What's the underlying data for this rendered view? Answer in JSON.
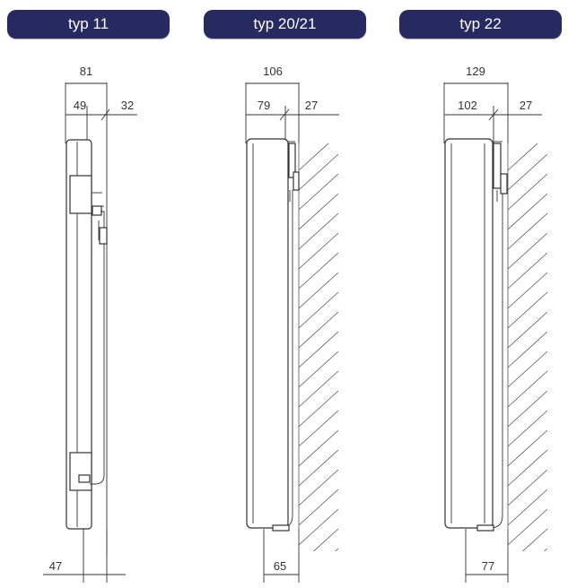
{
  "colors": {
    "pill_bg": "#262a60",
    "pill_text": "#ffffff",
    "line": "#333333"
  },
  "types": [
    {
      "label": "typ 11",
      "dims": {
        "total": "81",
        "front": "49",
        "back": "32",
        "bottom": "47"
      }
    },
    {
      "label": "typ 20/21",
      "dims": {
        "total": "106",
        "front": "79",
        "back": "27",
        "bottom": "65"
      }
    },
    {
      "label": "typ 22",
      "dims": {
        "total": "129",
        "front": "102",
        "back": "27",
        "bottom": "77"
      }
    }
  ]
}
